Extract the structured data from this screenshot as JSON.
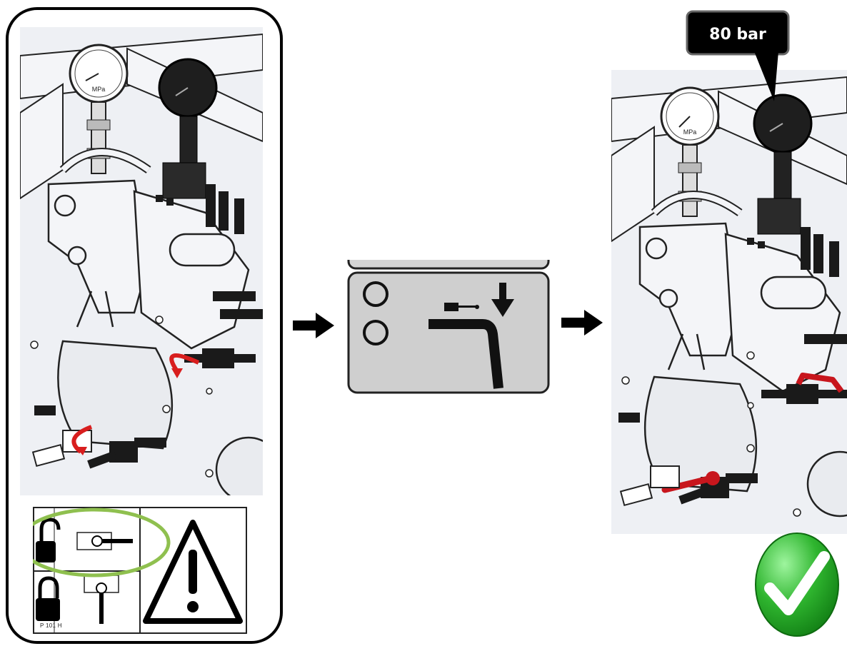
{
  "callout": {
    "pressure_text": "80 bar"
  },
  "label_plate": {
    "code": "P 101 H"
  },
  "icons": {
    "unlocked_padlock": "unlocked-padlock-icon",
    "locked_padlock": "locked-padlock-icon",
    "valve_open": "valve-open-icon",
    "valve_closed": "valve-closed-icon",
    "warning": "warning-icon",
    "arrow": "arrow-right-icon",
    "check": "check-icon",
    "gauge_unit": "MPa"
  },
  "colors": {
    "highlight_ring": "#8fc04f",
    "rotation_arrow": "#d81e1e",
    "valve_handle_red": "#c8161d",
    "callout_fill": "#000000",
    "callout_text": "#ffffff",
    "check_green": "#2fb52f",
    "panel_grey": "#cfcfcf"
  }
}
